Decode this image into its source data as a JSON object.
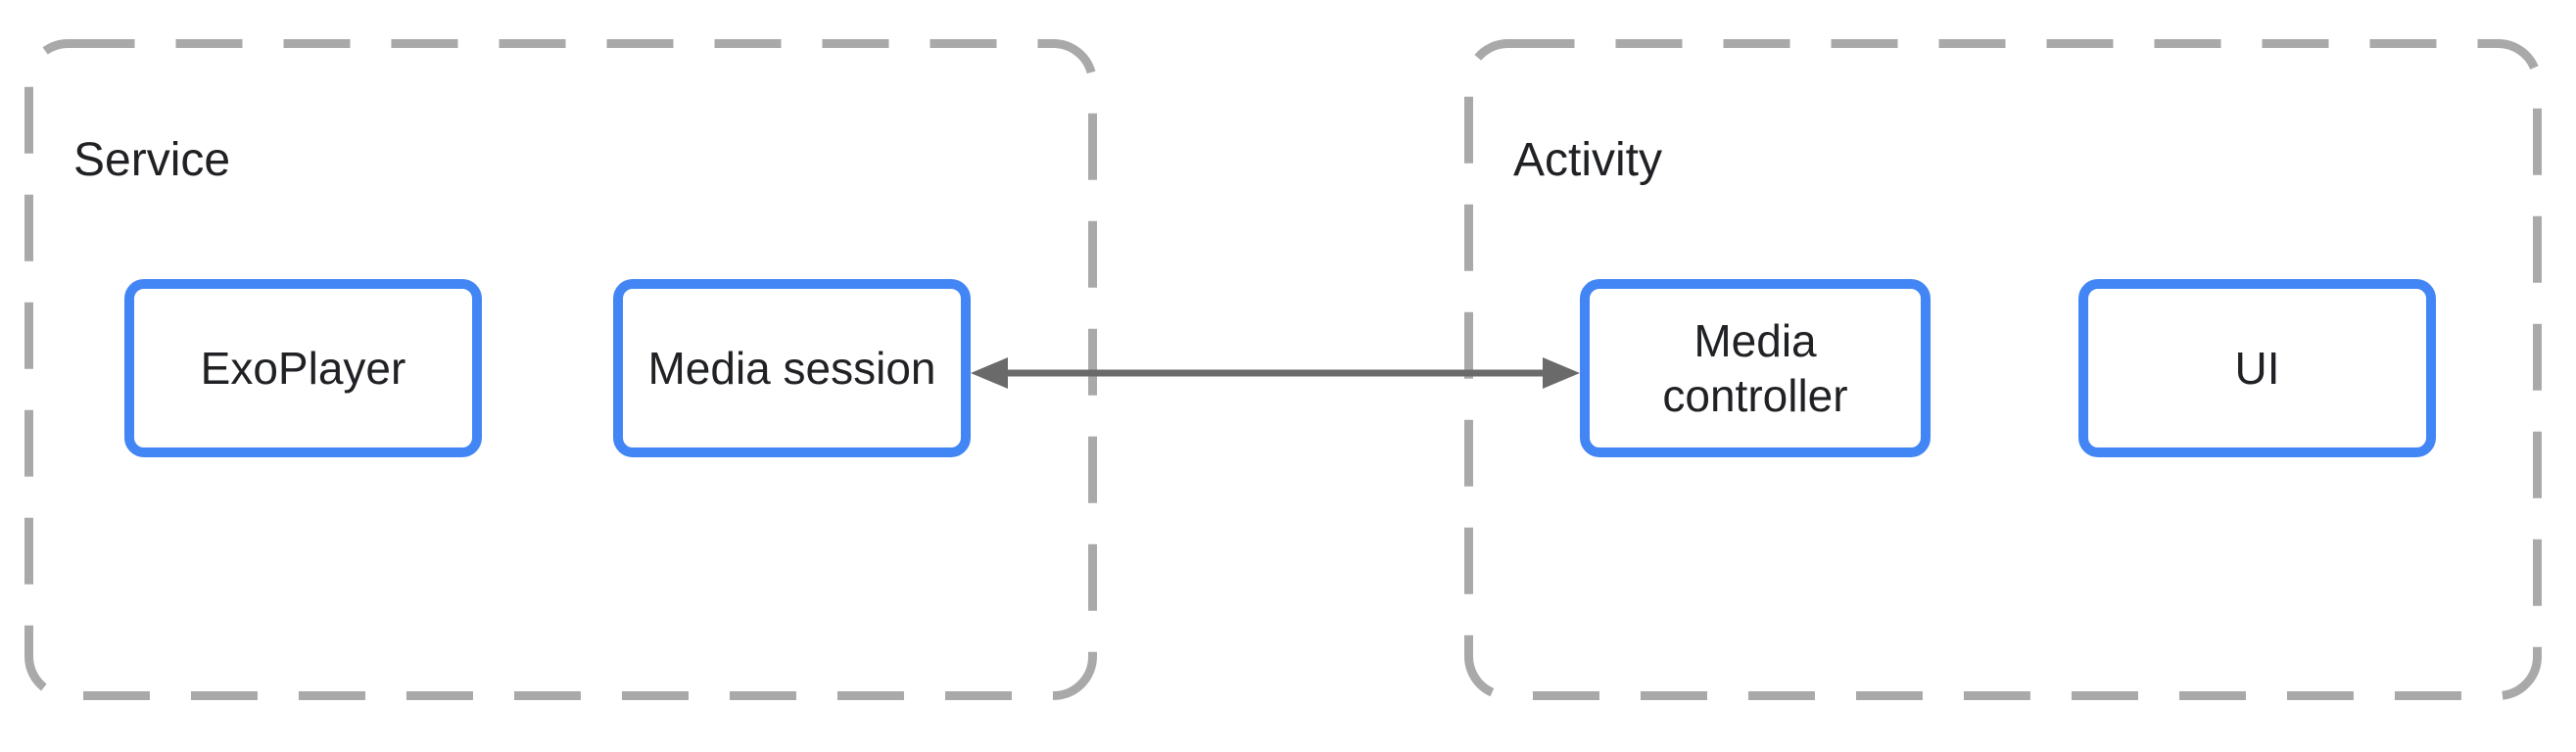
{
  "diagram": {
    "groups": [
      {
        "label": "Service",
        "boxes": [
          {
            "label": "ExoPlayer"
          },
          {
            "label": "Media session"
          }
        ]
      },
      {
        "label": "Activity",
        "boxes": [
          {
            "label": "Media controller"
          },
          {
            "label": "UI"
          }
        ]
      }
    ],
    "connection": {
      "from": "Media session",
      "to": "Media controller",
      "style": "double-headed-arrow"
    },
    "colors": {
      "background": "#ffffff",
      "box_border": "#4285f4",
      "box_fill": "#ffffff",
      "container_border": "#a9a9a9",
      "arrow": "#6a6a6a",
      "text": "#202124"
    }
  }
}
